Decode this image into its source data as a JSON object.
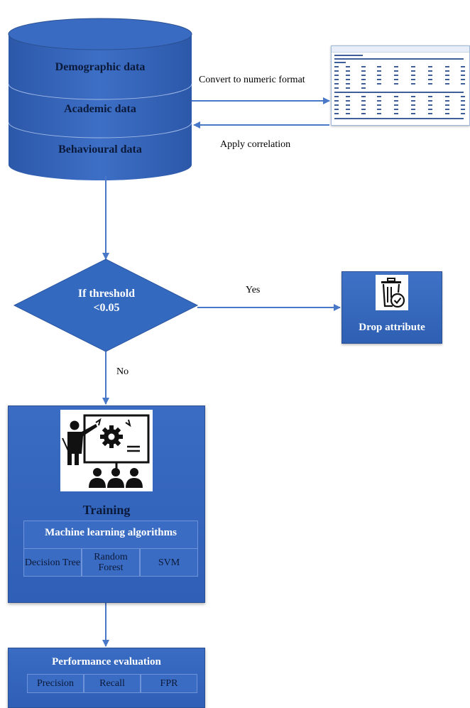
{
  "database": {
    "layers": [
      "Demographic data",
      "Academic data",
      "Behavioural data"
    ]
  },
  "edges": {
    "convert": "Convert to numeric format",
    "apply": "Apply correlation",
    "yes": "Yes",
    "no": "No"
  },
  "decision": {
    "line1": "If threshold",
    "line2": "<0.05"
  },
  "drop": {
    "label": "Drop attribute",
    "icon": "trash-check-icon"
  },
  "training": {
    "title": "Training",
    "icon": "presenter-gear-audience-icon",
    "ml_title": "Machine learning algorithms",
    "algorithms": [
      "Decision Tree",
      "Random Forest",
      "SVM"
    ]
  },
  "performance": {
    "title": "Performance evaluation",
    "metrics": [
      "Precision",
      "Recall",
      "FPR"
    ]
  },
  "colors": {
    "node_blue": "#2f5fb6",
    "arrow_blue": "#4a78c8",
    "text_dark": "#0b1a3a"
  }
}
